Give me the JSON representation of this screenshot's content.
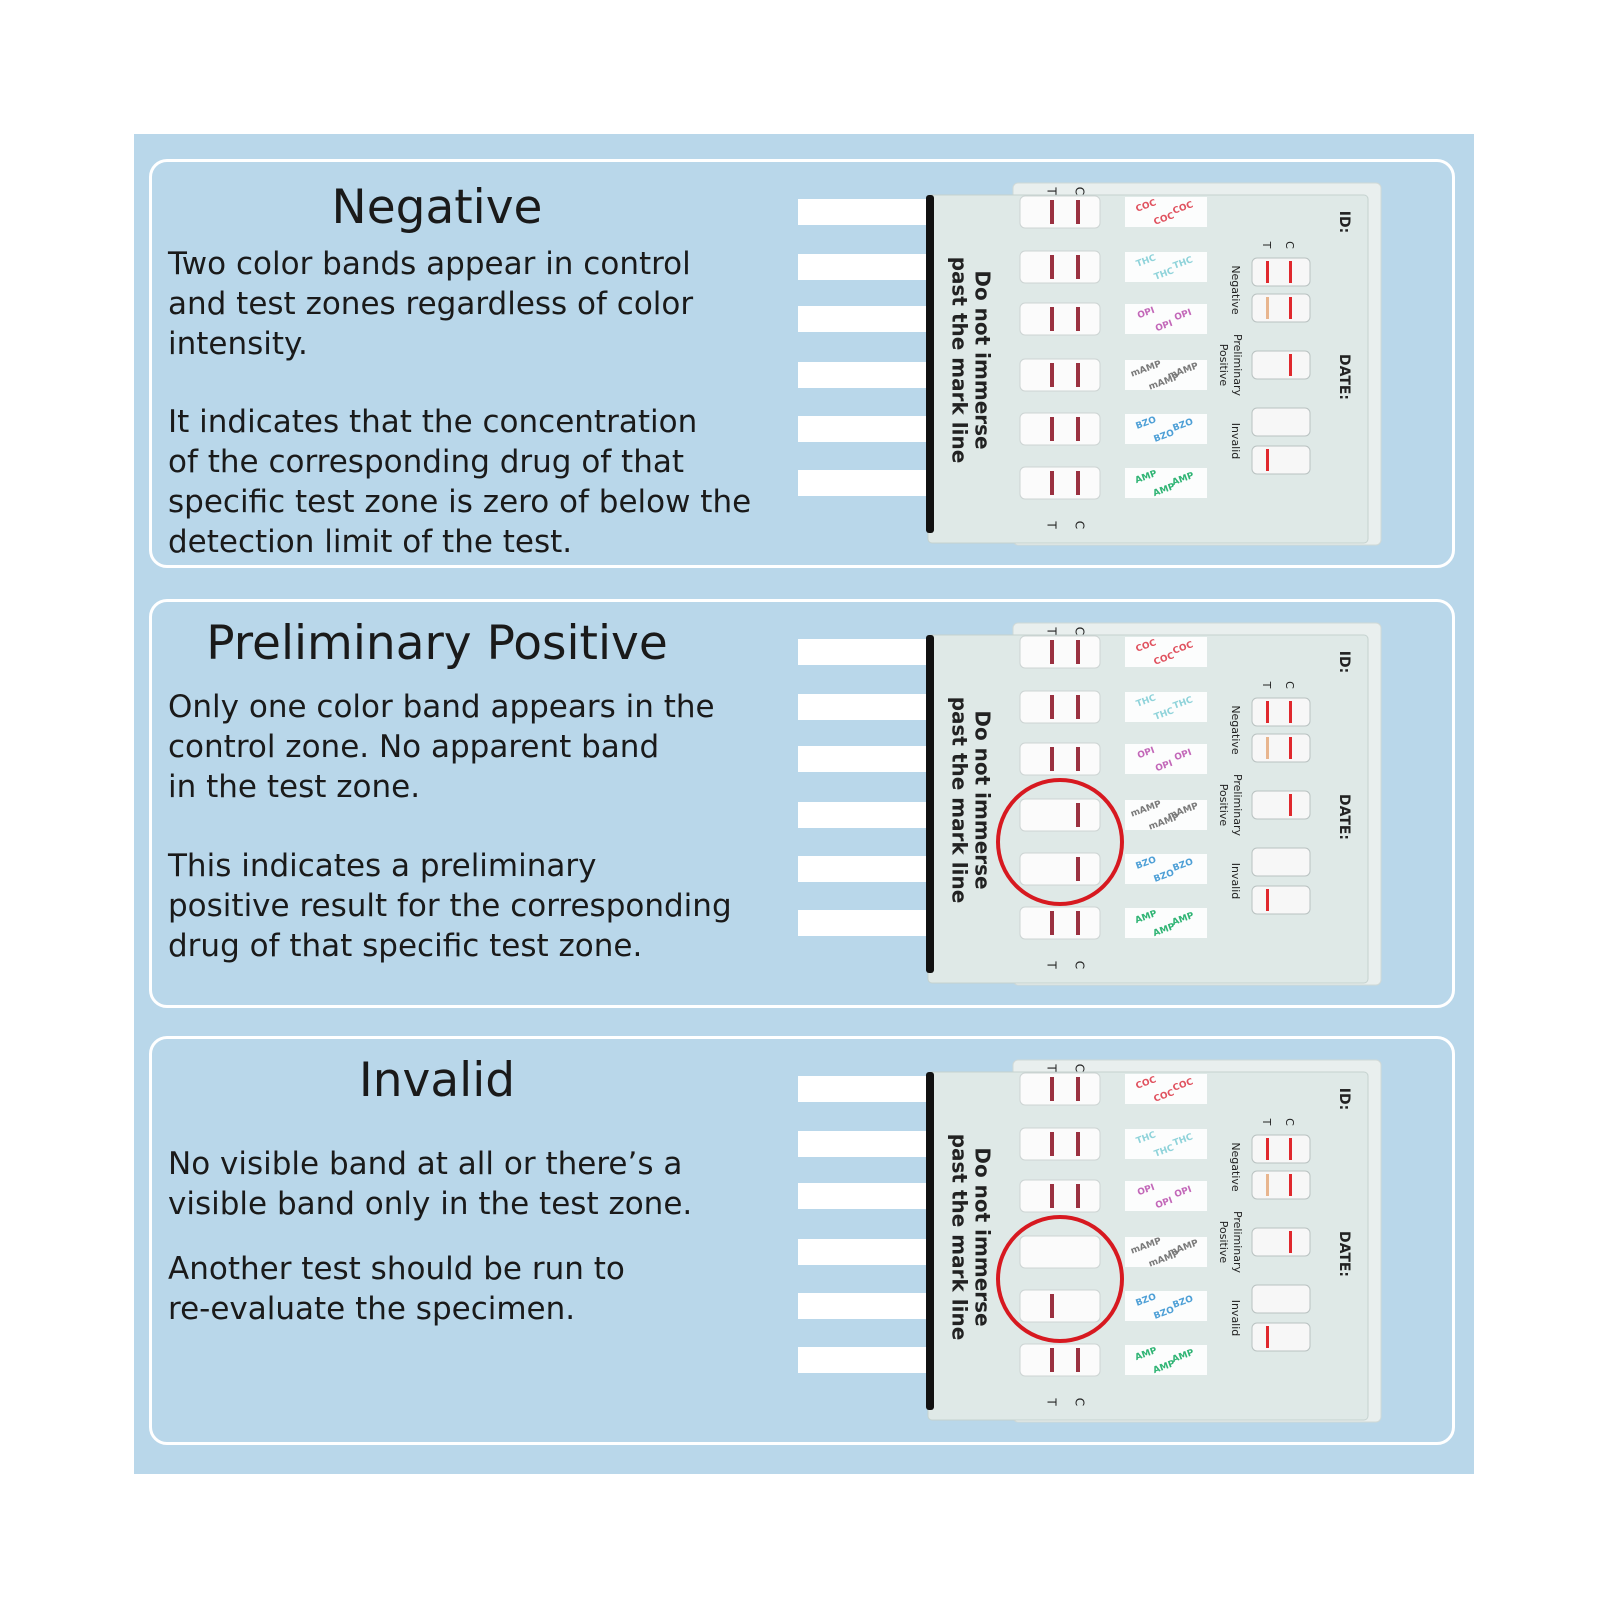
{
  "colors": {
    "background": "#b9d7ea",
    "panel_border": "#ffffff",
    "cassette_body": "#dfe9e7",
    "band": "#9a3140",
    "window_band": "#e0282d",
    "faint_band": "#e8b58e",
    "highlight_circle": "#d71920"
  },
  "cassette_text": {
    "warning_line1": "Do not immerse",
    "warning_line2": "past the mark line",
    "id_label": "ID:",
    "date_label": "DATE:",
    "c_label": "C",
    "t_label": "T",
    "legend": [
      "Negative",
      "Preliminary",
      "Positive",
      "Invalid"
    ],
    "drug_labels": [
      "COC",
      "THC",
      "OPI",
      "mAMP",
      "BZO",
      "AMP"
    ]
  },
  "panels": [
    {
      "title": "Negative",
      "paragraphs": [
        [
          "Two color bands appear in control",
          "and test zones regardless of color",
          "intensity."
        ],
        [
          "It indicates that the concentration",
          "of the corresponding drug of that",
          "specific test zone is zero of below the",
          "detection limit of the test."
        ]
      ],
      "rows": [
        {
          "c": true,
          "t": true
        },
        {
          "c": true,
          "t": true
        },
        {
          "c": true,
          "t": true
        },
        {
          "c": true,
          "t": true
        },
        {
          "c": true,
          "t": true
        },
        {
          "c": true,
          "t": true
        }
      ],
      "circle": null
    },
    {
      "title": "Preliminary Positive",
      "paragraphs": [
        [
          "Only one color band appears in the",
          "control zone. No apparent band",
          "in the test zone."
        ],
        [
          "This indicates a preliminary",
          "positive result for the corresponding",
          "drug of that specific test zone."
        ]
      ],
      "rows": [
        {
          "c": true,
          "t": true
        },
        {
          "c": true,
          "t": true
        },
        {
          "c": true,
          "t": true
        },
        {
          "c": true,
          "t": false
        },
        {
          "c": true,
          "t": false
        },
        {
          "c": true,
          "t": true
        }
      ],
      "circle": "rows 4-5"
    },
    {
      "title": "Invalid",
      "paragraphs": [
        [
          "No visible band at all or there’s a",
          "visible band only in the test zone."
        ],
        [
          "Another test should be run to",
          "re-evaluate the specimen."
        ]
      ],
      "rows": [
        {
          "c": true,
          "t": true
        },
        {
          "c": true,
          "t": true
        },
        {
          "c": true,
          "t": true
        },
        {
          "c": false,
          "t": false
        },
        {
          "c": false,
          "t": true
        },
        {
          "c": true,
          "t": true
        }
      ],
      "circle": "rows 4-5"
    }
  ]
}
